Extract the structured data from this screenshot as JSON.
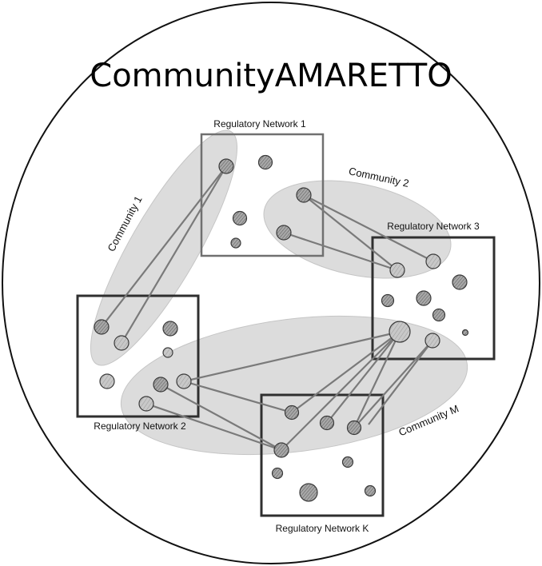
{
  "title": "CommunityAMARETTO",
  "networks": [
    {
      "id": "n1",
      "label": "Regulatory Network 1"
    },
    {
      "id": "n2",
      "label": "Regulatory Network 2"
    },
    {
      "id": "n3",
      "label": "Regulatory Network 3"
    },
    {
      "id": "nk",
      "label": "Regulatory Network K"
    }
  ],
  "communities": [
    {
      "id": "c1",
      "label": "Community 1"
    },
    {
      "id": "c2",
      "label": "Community 2"
    },
    {
      "id": "cm",
      "label": "Community M"
    }
  ],
  "colors": {
    "community_fill": "#d7d7d7",
    "node_fill_light": "#c4c4c4",
    "node_fill_dark": "#8f8f8f",
    "edge": "#7a7a7a",
    "network_border": "#2f2f2f"
  }
}
